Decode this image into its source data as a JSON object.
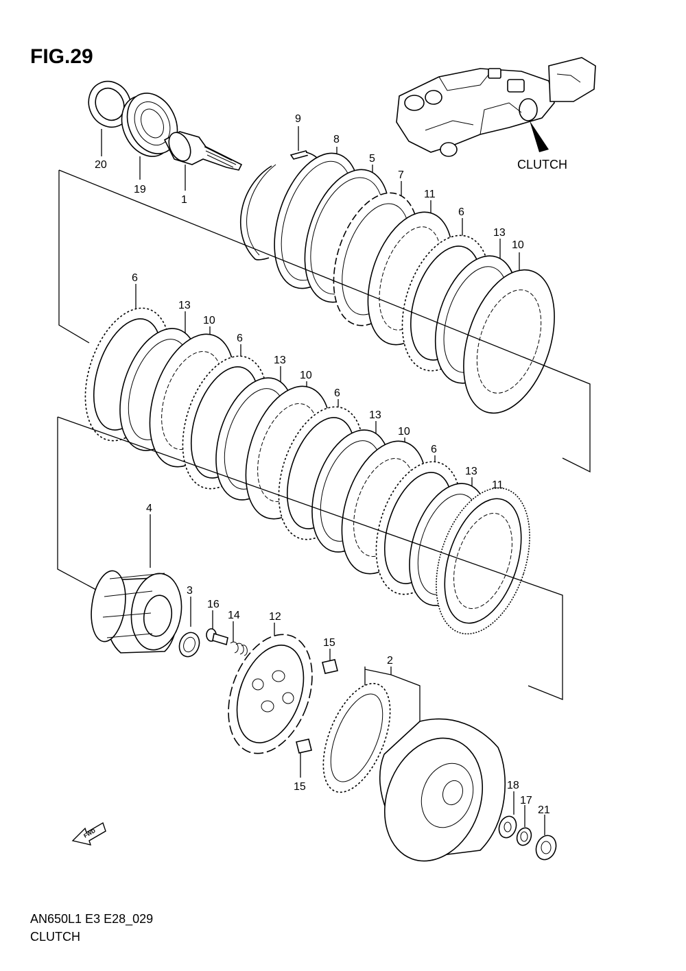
{
  "figure": {
    "title": "FIG.29",
    "assembly_label": "CLUTCH",
    "model_code": "AN650L1 E3 E28_029",
    "caption": "CLUTCH",
    "fwd_label": "FWD"
  },
  "callouts": {
    "c20": "20",
    "c19": "19",
    "c1": "1",
    "c9": "9",
    "c8": "8",
    "c5": "5",
    "c7": "7",
    "c11a": "11",
    "c6a": "6",
    "c13a": "13",
    "c10a": "10",
    "c6b": "6",
    "c13b": "13",
    "c10b": "10",
    "c6c": "6",
    "c13c": "13",
    "c10c": "10",
    "c6d": "6",
    "c13d": "13",
    "c10d": "10",
    "c6e": "6",
    "c13e": "13",
    "c11b": "11",
    "c4": "4",
    "c3": "3",
    "c16": "16",
    "c14": "14",
    "c12": "12",
    "c15a": "15",
    "c15b": "15",
    "c2": "2",
    "c18": "18",
    "c17": "17",
    "c21": "21"
  }
}
